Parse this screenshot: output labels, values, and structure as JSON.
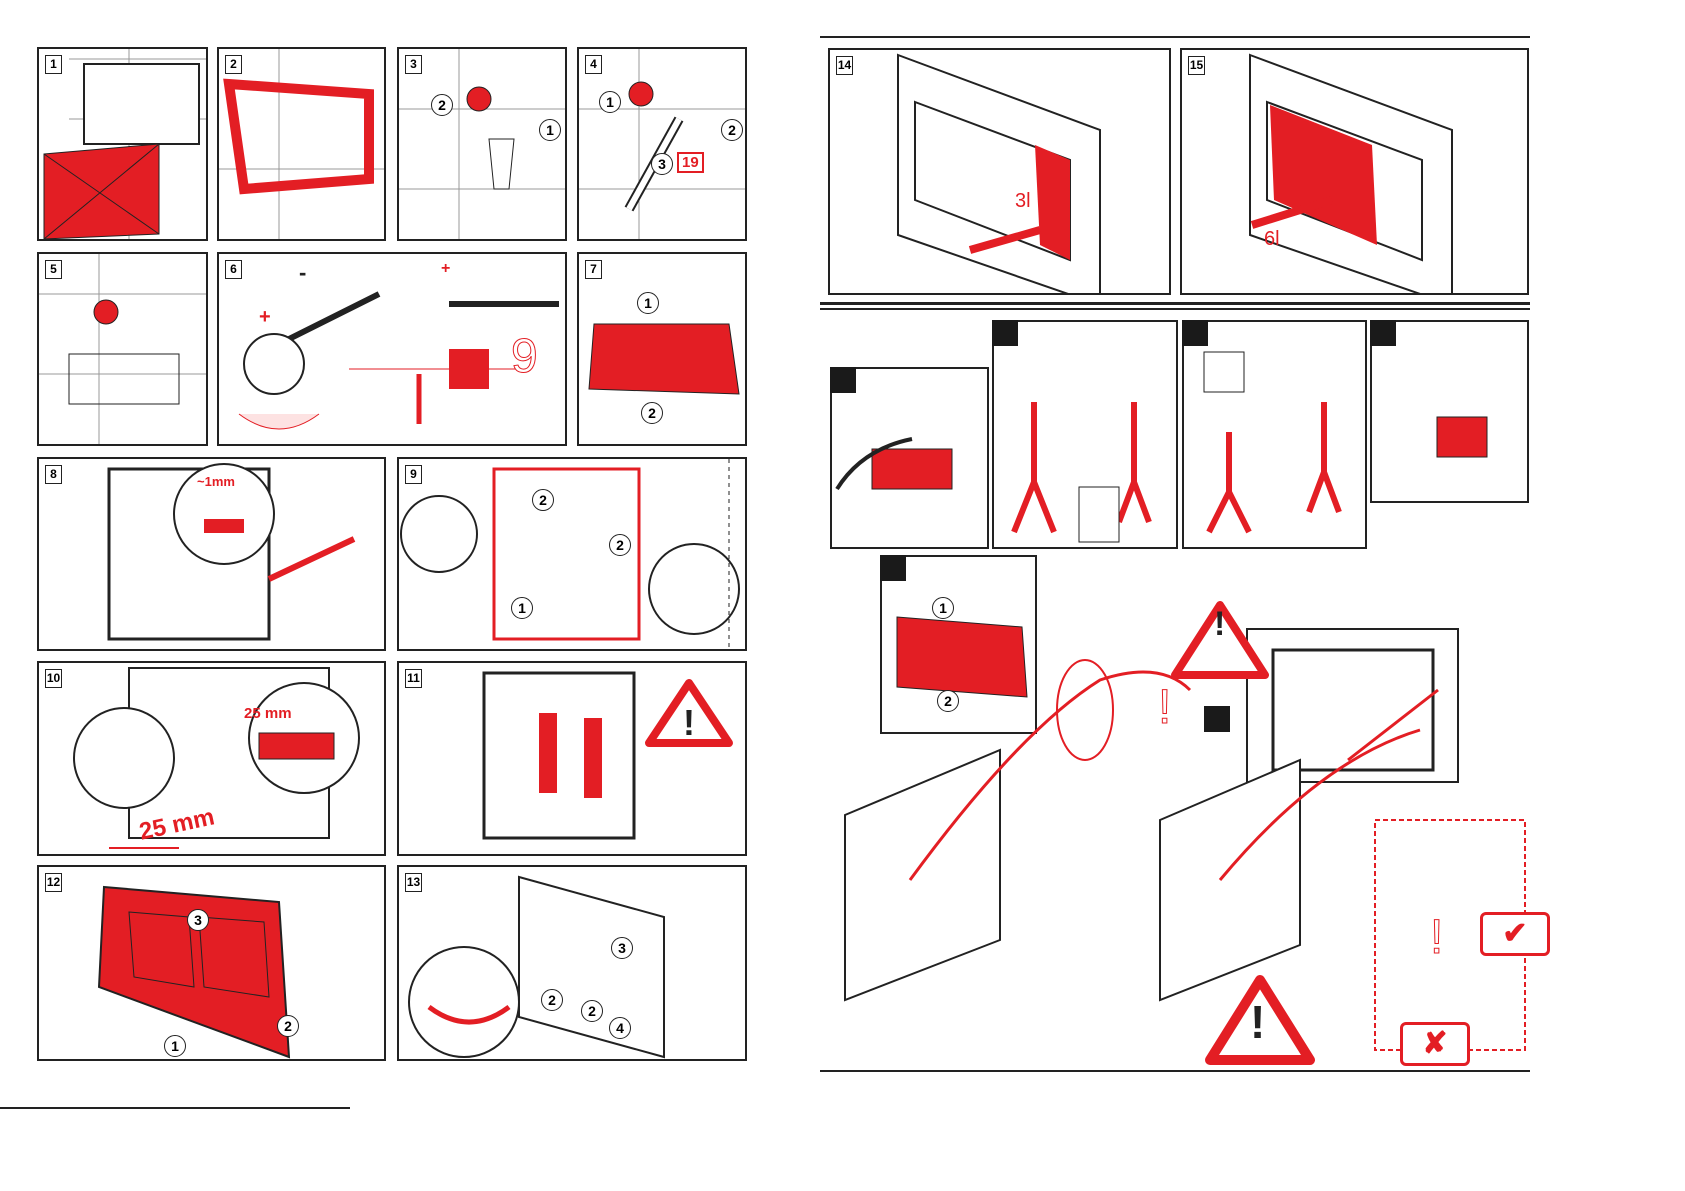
{
  "steps": {
    "s1": "1",
    "s2": "2",
    "s3": "3",
    "s4": "4",
    "s5": "5",
    "s6": "6",
    "s7": "7",
    "s8": "8",
    "s9": "9",
    "s10": "10",
    "s11": "11",
    "s12": "12",
    "s13": "13",
    "s14": "14",
    "s15": "15"
  },
  "labels": {
    "wrench_size": "19",
    "gap": "~1mm",
    "dist_a": "25 mm",
    "dist_b": "25 mm",
    "flush_small": "3l",
    "flush_large": "6l",
    "level_mark": "9",
    "plus": "+",
    "minus": "-"
  },
  "callouts": {
    "one": "1",
    "two": "2",
    "three": "3",
    "four": "4"
  },
  "marks": {
    "ok": "✔",
    "bad": "✘",
    "warn": "!"
  },
  "colors": {
    "accent": "#e31e24",
    "line": "#222222"
  }
}
